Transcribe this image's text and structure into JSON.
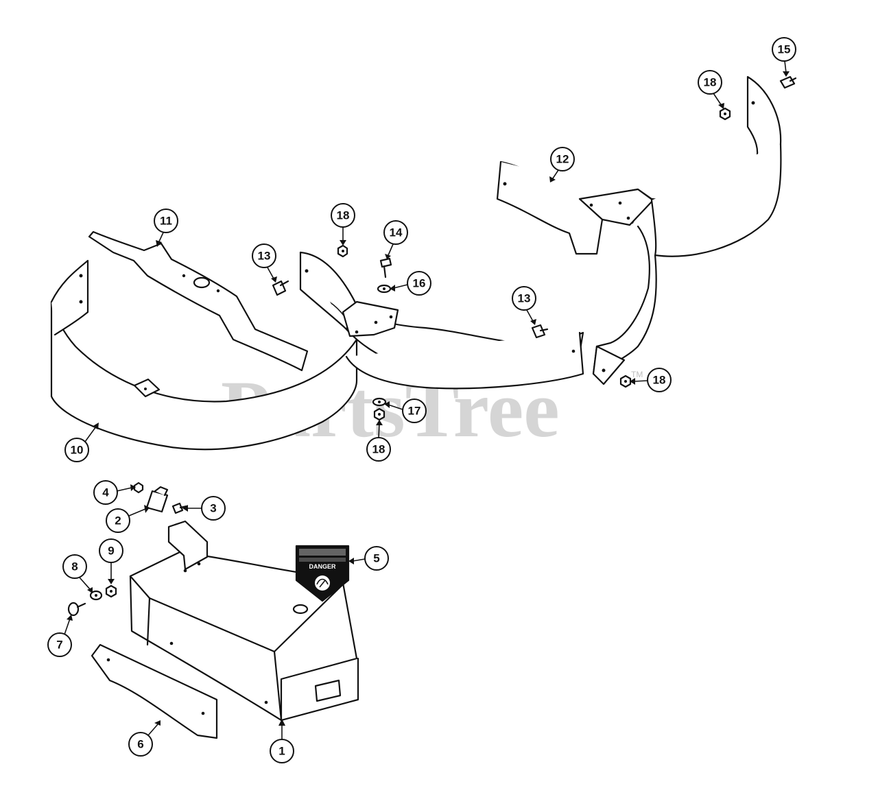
{
  "watermark": {
    "text": "PartsTree",
    "trademark": "TM"
  },
  "decal": {
    "signal_word": "DANGER"
  },
  "callouts": [
    {
      "id": "c1",
      "label": "1"
    },
    {
      "id": "c2",
      "label": "2"
    },
    {
      "id": "c3",
      "label": "3"
    },
    {
      "id": "c4",
      "label": "4"
    },
    {
      "id": "c5",
      "label": "5"
    },
    {
      "id": "c6",
      "label": "6"
    },
    {
      "id": "c7",
      "label": "7"
    },
    {
      "id": "c8",
      "label": "8"
    },
    {
      "id": "c9",
      "label": "9"
    },
    {
      "id": "c10",
      "label": "10"
    },
    {
      "id": "c11",
      "label": "11"
    },
    {
      "id": "c12",
      "label": "12"
    },
    {
      "id": "c13a",
      "label": "13"
    },
    {
      "id": "c13b",
      "label": "13"
    },
    {
      "id": "c14",
      "label": "14"
    },
    {
      "id": "c15",
      "label": "15"
    },
    {
      "id": "c16",
      "label": "16"
    },
    {
      "id": "c17",
      "label": "17"
    },
    {
      "id": "c18a",
      "label": "18"
    },
    {
      "id": "c18b",
      "label": "18"
    },
    {
      "id": "c18c",
      "label": "18"
    },
    {
      "id": "c18d",
      "label": "18"
    }
  ]
}
